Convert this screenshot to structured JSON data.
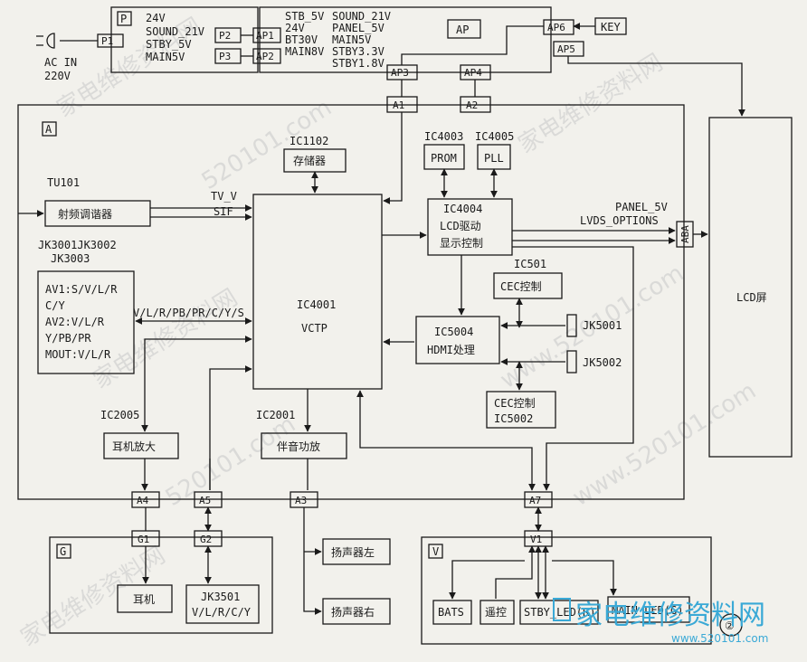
{
  "p_block": {
    "tag": "P",
    "p1": "P1",
    "p2": "P2",
    "p3": "P3",
    "lines": [
      "24V",
      "SOUND_21V",
      "STBY_5V",
      "MAIN5V"
    ]
  },
  "ac_in": [
    "AC IN",
    "220V"
  ],
  "ap_block": {
    "tag": "AP",
    "ap1": "AP1",
    "ap2": "AP2",
    "ap3": "AP3",
    "ap4": "AP4",
    "ap5": "AP5",
    "ap6": "AP6",
    "col1": [
      "STB_5V",
      "24V",
      "BT30V",
      "MAIN8V"
    ],
    "col2": [
      "SOUND_21V",
      "PANEL_5V",
      "MAIN5V",
      "STBY3.3V",
      "STBY1.8V"
    ]
  },
  "key": "KEY",
  "a_block": {
    "tag": "A",
    "a1": "A1",
    "a2": "A2",
    "a3": "A3",
    "a4": "A4",
    "a5": "A5",
    "a7": "A7",
    "aba": "ABA"
  },
  "tuner": {
    "ref": "TU101",
    "label": "射频调谐器",
    "tv_v": "TV_V",
    "sif": "SIF"
  },
  "jacks": {
    "ref1": "JK3001JK3002",
    "ref2": "JK3003",
    "lines": [
      "AV1:S/V/L/R",
      "C/Y",
      "AV2:V/L/R",
      "Y/PB/PR",
      "MOUT:V/L/R"
    ],
    "bus": "V/L/R/PB/PR/C/Y/S"
  },
  "ic1102": {
    "ref": "IC1102",
    "label": "存储器"
  },
  "ic4001": {
    "ref": "IC4001",
    "label": "VCTP"
  },
  "ic4003": {
    "ref": "IC4003",
    "label": "PROM"
  },
  "ic4005": {
    "ref": "IC4005",
    "label": "PLL"
  },
  "ic4004": {
    "ref": "IC4004",
    "line1": "LCD驱动",
    "line2": "显示控制"
  },
  "panel": {
    "l1": "PANEL_5V",
    "l2": "LVDS_OPTIONS"
  },
  "ic501": {
    "ref": "IC501",
    "label": "CEC控制"
  },
  "ic5004": {
    "ref": "IC5004",
    "label": "HDMI处理"
  },
  "jk5001": "JK5001",
  "jk5002": "JK5002",
  "ic5002": {
    "label": "CEC控制",
    "ref": "IC5002"
  },
  "ic2005": {
    "ref": "IC2005",
    "label": "耳机放大"
  },
  "ic2001": {
    "ref": "IC2001",
    "label": "伴音功放"
  },
  "lcd": "LCD屏",
  "g_block": {
    "tag": "G",
    "g1": "G1",
    "g2": "G2",
    "ear": "耳机",
    "jk_ref": "JK3501",
    "jk_lines": "V/L/R/C/Y"
  },
  "speakers": {
    "left": "扬声器左",
    "right": "扬声器右"
  },
  "v_block": {
    "tag": "V",
    "v1": "V1",
    "bats": "BATS",
    "remote": "遥控",
    "stby": "STBY_LED(R)",
    "main": "MAIN_LED(G)"
  },
  "page_num": "②",
  "watermarks": {
    "site": "520101.com",
    "cn": "家电维修资料网",
    "url": "www.520101.com"
  }
}
